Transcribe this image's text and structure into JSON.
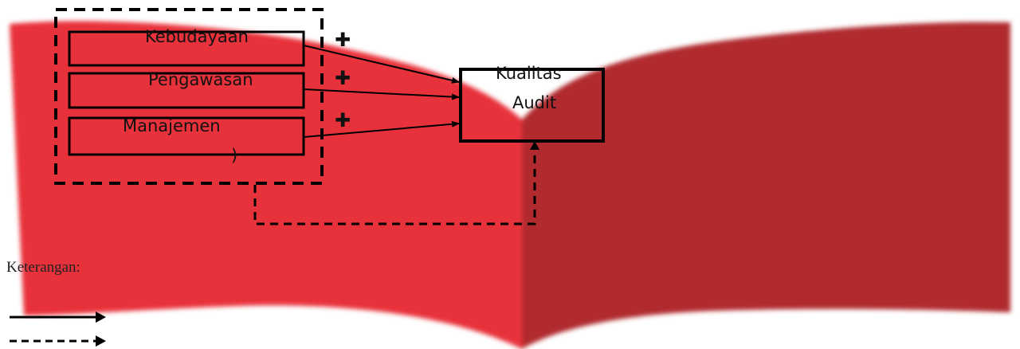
{
  "diagram": {
    "nodes": {
      "kebudayaan": "Kebudayaan",
      "pengawasan": "Pengawasan",
      "manajemen": "Manajemen",
      "manajemen_extra": ")",
      "target_line1": "Kualitas",
      "target_line2": "Audit"
    },
    "plus_sign": "✚",
    "legend": {
      "title": "Keterangan:"
    }
  },
  "colors": {
    "book_left": "#e8323a",
    "book_right": "#b02a2f",
    "stroke": "#000000"
  }
}
